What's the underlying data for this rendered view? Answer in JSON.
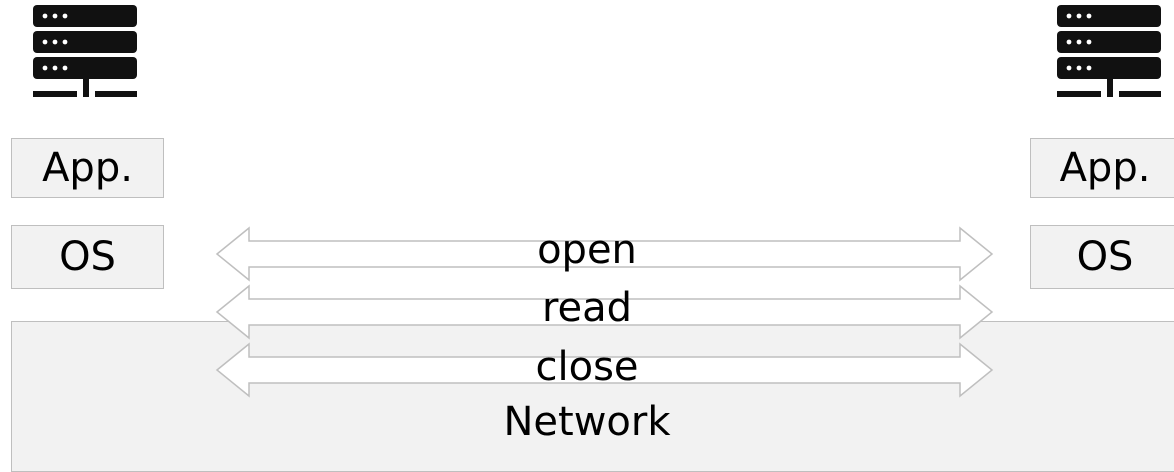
{
  "left_host": {
    "icon": "server-icon",
    "app_label": "App.",
    "os_label": "OS"
  },
  "right_host": {
    "icon": "server-icon",
    "app_label": "App.",
    "os_label": "OS"
  },
  "network": {
    "label": "Network"
  },
  "operations": [
    {
      "label": "open",
      "arrow": "bidirectional"
    },
    {
      "label": "read",
      "arrow": "bidirectional"
    },
    {
      "label": "close",
      "arrow": "bidirectional"
    }
  ],
  "colors": {
    "box_fill": "#f2f2f2",
    "box_border": "#bfbfbf",
    "arrow_stroke": "#bfbfbf",
    "arrow_fill": "#ffffff",
    "icon": "#111111"
  }
}
